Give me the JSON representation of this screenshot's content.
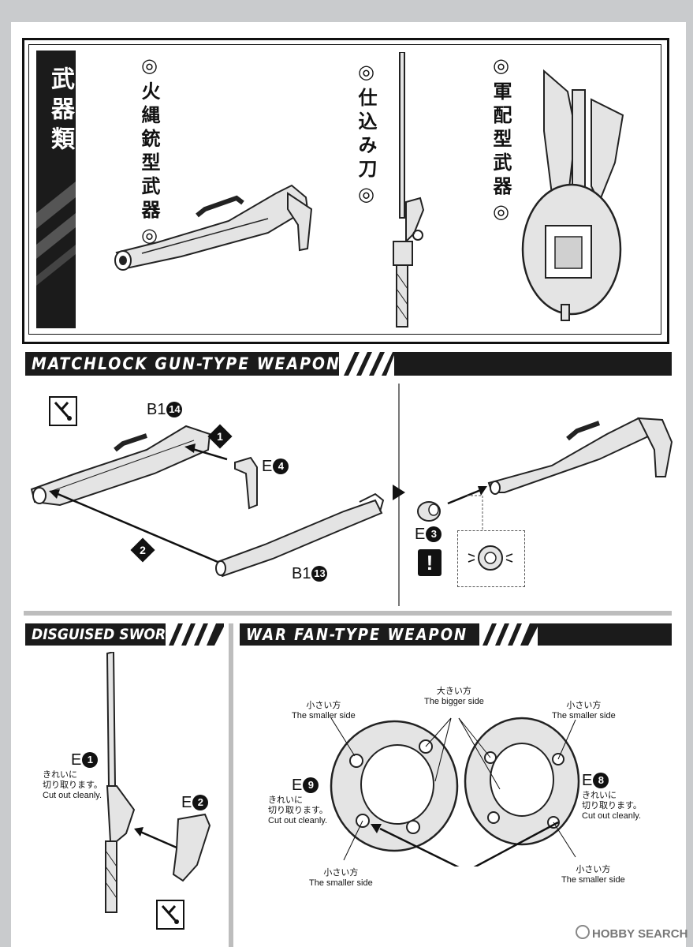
{
  "colors": {
    "banner": "#1b1b1b",
    "paper": "#ffffff",
    "background": "#c9cbcd",
    "ink": "#111111",
    "part_gray": "#e4e4e4"
  },
  "weapons_box": {
    "category_title": "武器類",
    "matchlock_title": "◎火縄銃型武器◎",
    "sword_title": "◎仕込み刀◎",
    "warfan_title": "◎軍配型武器◎"
  },
  "matchlock": {
    "banner": "MATCHLOCK GUN-TYPE WEAPON",
    "part_b1_14": {
      "code": "B1",
      "num": "14"
    },
    "part_e4": {
      "code": "E",
      "num": "4"
    },
    "part_b1_13": {
      "code": "B1",
      "num": "13"
    },
    "part_e3": {
      "code": "E",
      "num": "3"
    },
    "step1": "1",
    "step2": "2",
    "caution": "!"
  },
  "sword": {
    "banner": "DISGUISED SWORD",
    "part_e1": {
      "code": "E",
      "num": "1"
    },
    "part_e2": {
      "code": "E",
      "num": "2"
    },
    "cut_jp": "きれいに\n切り取ります。",
    "cut_en": "Cut out cleanly."
  },
  "warfan": {
    "banner": "WAR FAN-TYPE WEAPON",
    "part_e9": {
      "code": "E",
      "num": "9"
    },
    "part_e8": {
      "code": "E",
      "num": "8"
    },
    "cut_jp_left": "きれいに\n切り取ります。",
    "cut_en_left": "Cut out cleanly.",
    "cut_jp_right": "きれいに\n切り取ります。",
    "cut_en_right": "Cut out cleanly.",
    "smaller_tl_jp": "小さい方",
    "smaller_tl_en": "The smaller side",
    "bigger_jp": "大きい方",
    "bigger_en": "The bigger side",
    "smaller_tr_jp": "小さい方",
    "smaller_tr_en": "The smaller side",
    "smaller_bl_jp": "小さい方",
    "smaller_bl_en": "The smaller side",
    "smaller_br_jp": "小さい方",
    "smaller_br_en": "The smaller side"
  },
  "watermark": "HOBBY SEARCH"
}
